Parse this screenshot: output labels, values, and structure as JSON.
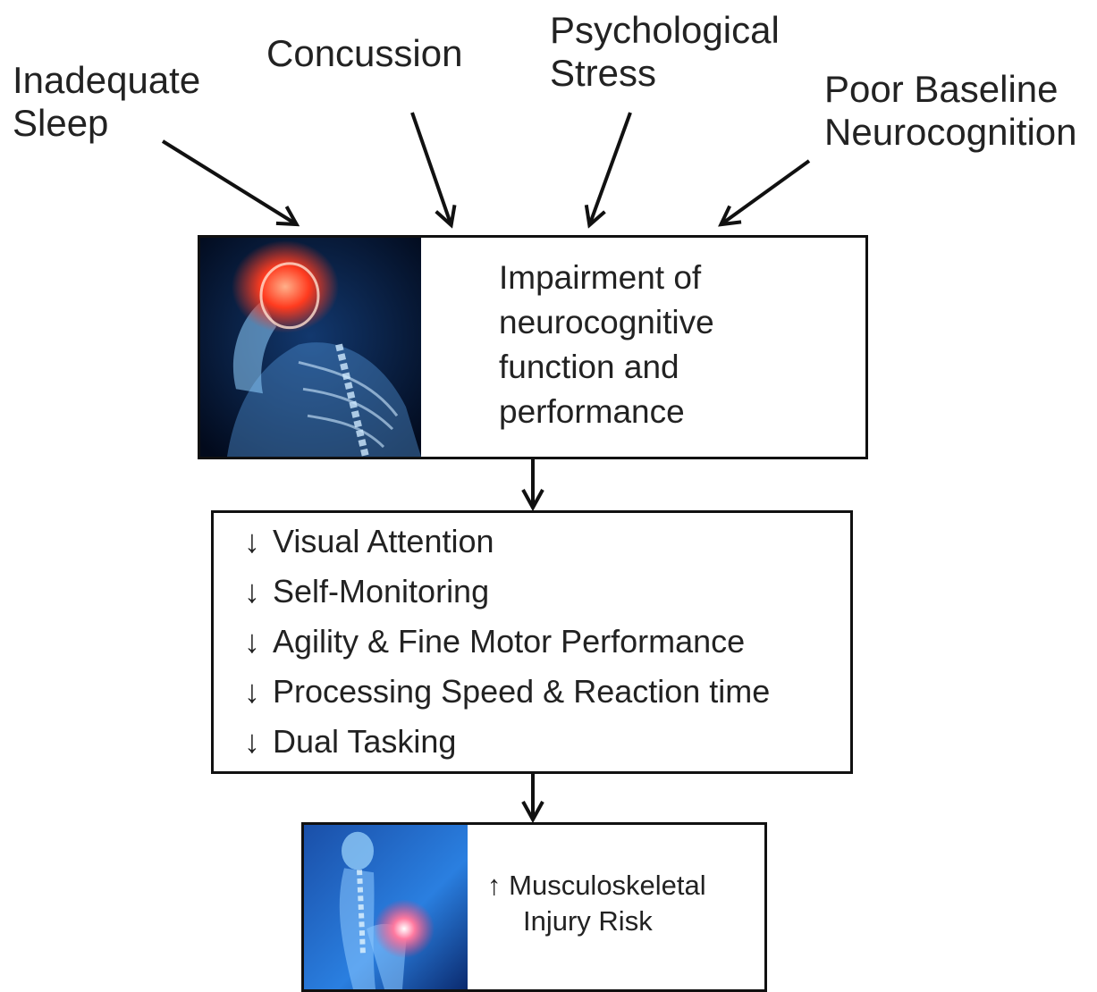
{
  "factors": {
    "sleep": "Inadequate\nSleep",
    "concussion": "Concussion",
    "stress": "Psychological\nStress",
    "baseline": "Poor Baseline\nNeurocognition"
  },
  "impairment": {
    "text": "Impairment of\nneurocognitive\nfunction and\nperformance",
    "image_icon": "head-pain-xray-icon"
  },
  "effects": {
    "arrow": "↓",
    "items": [
      "Visual Attention",
      "Self-Monitoring",
      "Agility & Fine Motor Performance",
      "Processing Speed & Reaction time",
      "Dual Tasking"
    ]
  },
  "injury": {
    "arrow": "↑",
    "line1": "Musculoskeletal",
    "line2": "Injury Risk",
    "image_icon": "knee-pain-xray-icon"
  },
  "colors": {
    "stroke": "#111111",
    "xray_dark": "#03122e",
    "xray_blue": "#7fc8ff",
    "pain_red": "#ff3b1f"
  }
}
